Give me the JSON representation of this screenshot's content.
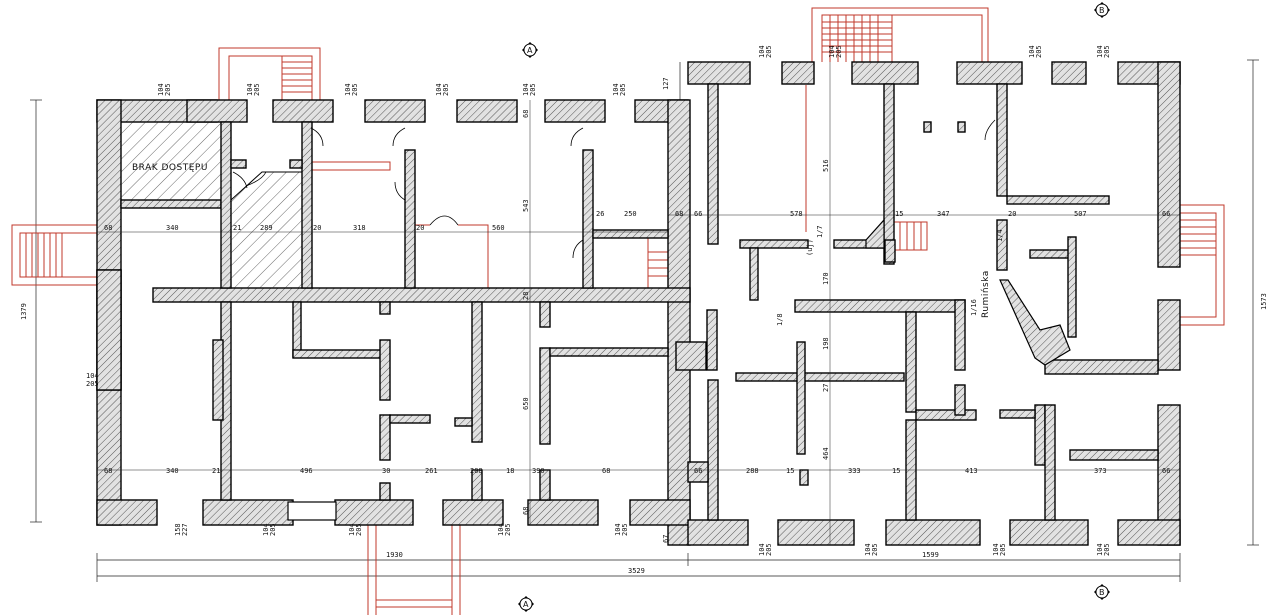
{
  "labels": {
    "no_access": "BRAK DOSTĘPU",
    "rumiriska": "Rumińska",
    "axis_a": "A",
    "axis_b": "B"
  },
  "colors": {
    "wall_fill": "#d6d6d6",
    "wall_stroke": "#000000",
    "stair": "#c0392b",
    "line": "#222222"
  },
  "window_dims": {
    "w104_205": [
      "104",
      "205"
    ],
    "w158_227": [
      "158",
      "227"
    ]
  },
  "overall_dims": {
    "left_total": "1930",
    "right_total": "1599",
    "grand_total": "3529",
    "left_height": "1379",
    "right_height": "1573",
    "top_small": "127",
    "bottom_small": "67"
  },
  "row1_left": [
    "68",
    "340",
    "21",
    "289",
    "20",
    "318",
    "20",
    "560"
  ],
  "row1_right_a": [
    "26",
    "250",
    "68",
    "66",
    "578",
    "15",
    "347",
    "20",
    "507",
    "66"
  ],
  "row2_left": [
    "68",
    "340",
    "21",
    "496",
    "30",
    "261",
    "208",
    "18",
    "390",
    "68"
  ],
  "row2_right": [
    "66",
    "288",
    "15",
    "333",
    "15",
    "413",
    "373",
    "66"
  ],
  "vertical_dims": [
    "543",
    "516",
    "650",
    "170",
    "198",
    "27",
    "464",
    "68",
    "28",
    "68"
  ],
  "fractions": [
    "1/7",
    "1/8",
    "1/4",
    "1/16"
  ],
  "other_text": [
    "(uj)"
  ]
}
